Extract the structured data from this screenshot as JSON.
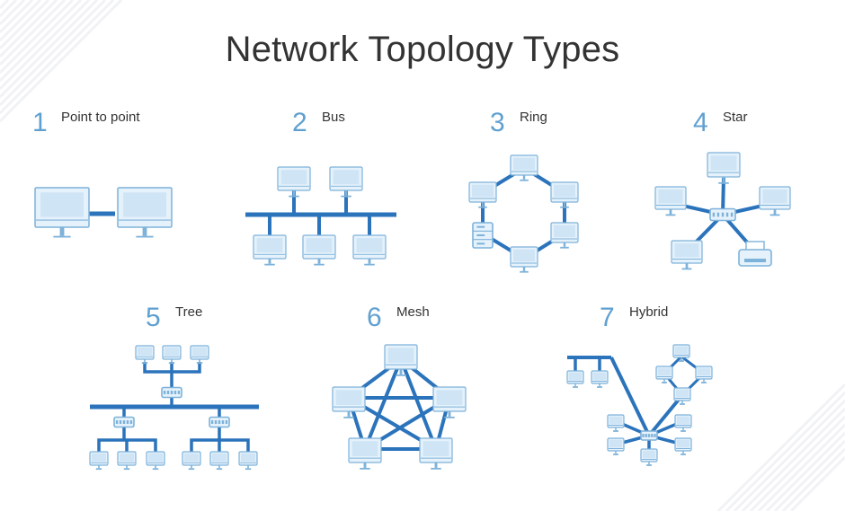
{
  "title": "Network Topology Types",
  "colors": {
    "line": "#2b73bb",
    "number": "#5fa0d0",
    "device_stroke": "#7db2da",
    "device_fill": "#e6f2fb",
    "device_fill_inner": "#cfe5f6"
  },
  "topologies": [
    {
      "number": "1",
      "name": "Point to point"
    },
    {
      "number": "2",
      "name": "Bus"
    },
    {
      "number": "3",
      "name": "Ring"
    },
    {
      "number": "4",
      "name": "Star"
    },
    {
      "number": "5",
      "name": "Tree"
    },
    {
      "number": "6",
      "name": "Mesh"
    },
    {
      "number": "7",
      "name": "Hybrid"
    }
  ]
}
